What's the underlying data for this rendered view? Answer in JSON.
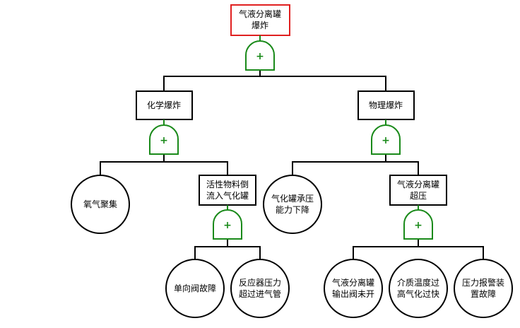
{
  "diagram": {
    "type": "fault-tree",
    "colors": {
      "top_event_border": "#e02020",
      "gate": "#1a8a1a",
      "line": "#000000"
    },
    "nodes": {
      "top": {
        "kind": "intermediate-event",
        "lines": [
          "气液分离罐",
          "爆炸"
        ],
        "gate": "OR"
      },
      "chem": {
        "kind": "intermediate-event",
        "lines": [
          "化学爆炸"
        ],
        "gate": "OR"
      },
      "phys": {
        "kind": "intermediate-event",
        "lines": [
          "物理爆炸"
        ],
        "gate": "OR"
      },
      "oxygen": {
        "kind": "basic-event",
        "lines": [
          "氧气聚集"
        ]
      },
      "active": {
        "kind": "intermediate-event",
        "lines": [
          "活性物料倒",
          "流入气化罐"
        ],
        "gate": "OR"
      },
      "capacity": {
        "kind": "basic-event",
        "lines": [
          "气化罐承压",
          "能力下降"
        ]
      },
      "overpress": {
        "kind": "intermediate-event",
        "lines": [
          "气液分离罐",
          "超压"
        ],
        "gate": "OR"
      },
      "checkvalve": {
        "kind": "basic-event",
        "lines": [
          "单向阀故障"
        ]
      },
      "reactor": {
        "kind": "basic-event",
        "lines": [
          "反应器压力",
          "超过进气管"
        ]
      },
      "outlet": {
        "kind": "basic-event",
        "lines": [
          "气液分离罐",
          "输出阀未开"
        ]
      },
      "temp": {
        "kind": "basic-event",
        "lines": [
          "介质温度过",
          "高气化过快"
        ]
      },
      "alarm": {
        "kind": "basic-event",
        "lines": [
          "压力报警装",
          "置故障"
        ]
      }
    },
    "gate_symbol": "+",
    "edges": [
      [
        "top",
        "chem"
      ],
      [
        "top",
        "phys"
      ],
      [
        "chem",
        "oxygen"
      ],
      [
        "chem",
        "active"
      ],
      [
        "phys",
        "capacity"
      ],
      [
        "phys",
        "overpress"
      ],
      [
        "active",
        "checkvalve"
      ],
      [
        "active",
        "reactor"
      ],
      [
        "overpress",
        "outlet"
      ],
      [
        "overpress",
        "temp"
      ],
      [
        "overpress",
        "alarm"
      ]
    ]
  }
}
